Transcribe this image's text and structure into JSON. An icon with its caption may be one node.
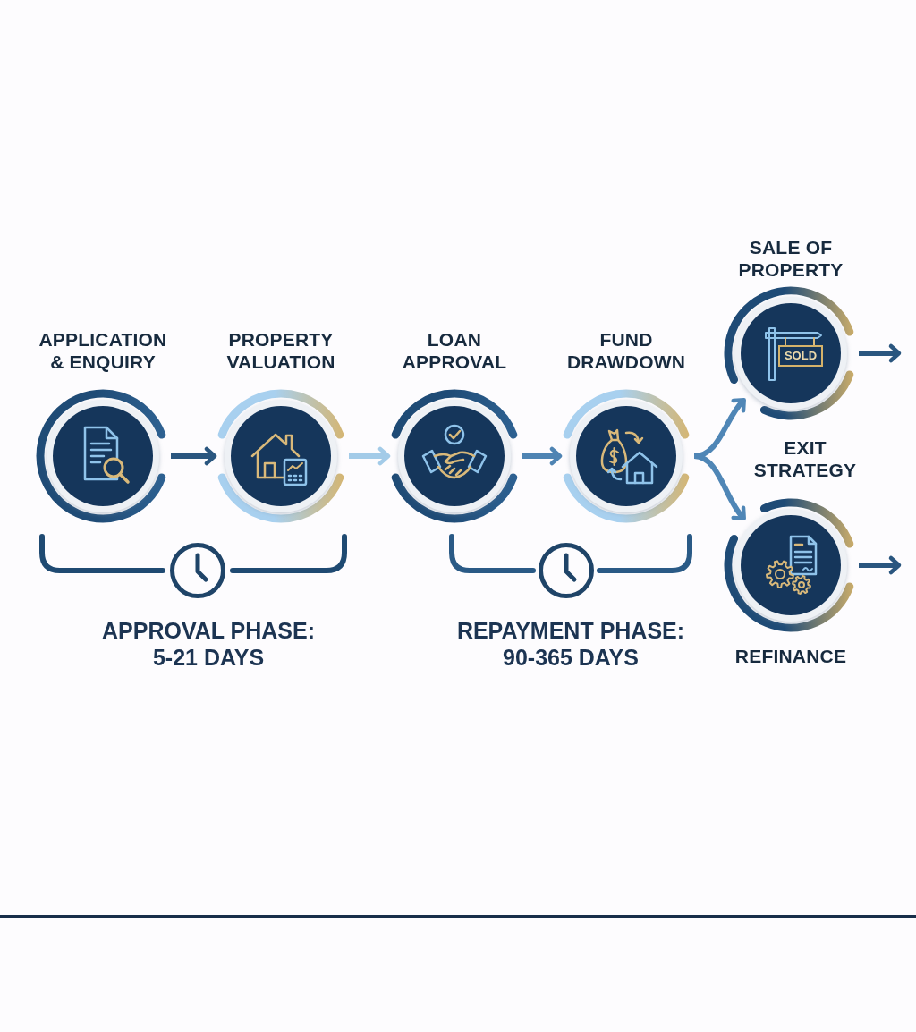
{
  "diagram": {
    "nodes": [
      {
        "text": [
          "APPLICATION & ENQUIRY"
        ]
      },
      {
        "text": [
          "PROPERTY VALUATION"
        ]
      },
      {
        "text": [
          "LOAN APPROVAL"
        ]
      },
      {
        "text": [
          "FUND DRAWDOWN"
        ]
      },
      {
        "text": [
          "SALE OF PROPERTY",
          "SOLD"
        ]
      },
      {
        "text": [
          "REFINANCE"
        ]
      }
    ],
    "edges": [
      {
        "from": 0,
        "to": 1,
        "arrow": "to"
      },
      {
        "from": 1,
        "to": 2,
        "arrow": "to",
        "color": "#a3cbe8"
      },
      {
        "from": 2,
        "to": 3,
        "arrow": "to",
        "color": "#4f84b3"
      },
      {
        "from": 3,
        "to": 4,
        "arrow": "to",
        "color": "#4f86b6"
      },
      {
        "from": 3,
        "to": 5,
        "arrow": "to",
        "color": "#4f86b6"
      },
      {
        "from": 4,
        "to": null,
        "arrow": "to"
      },
      {
        "from": 5,
        "to": null,
        "arrow": "to"
      }
    ],
    "labels": [
      "EXIT STRATEGY",
      "APPROVAL PHASE: 5-21 DAYS",
      "REPAYMENT PHASE: 90-365 DAYS"
    ]
  }
}
